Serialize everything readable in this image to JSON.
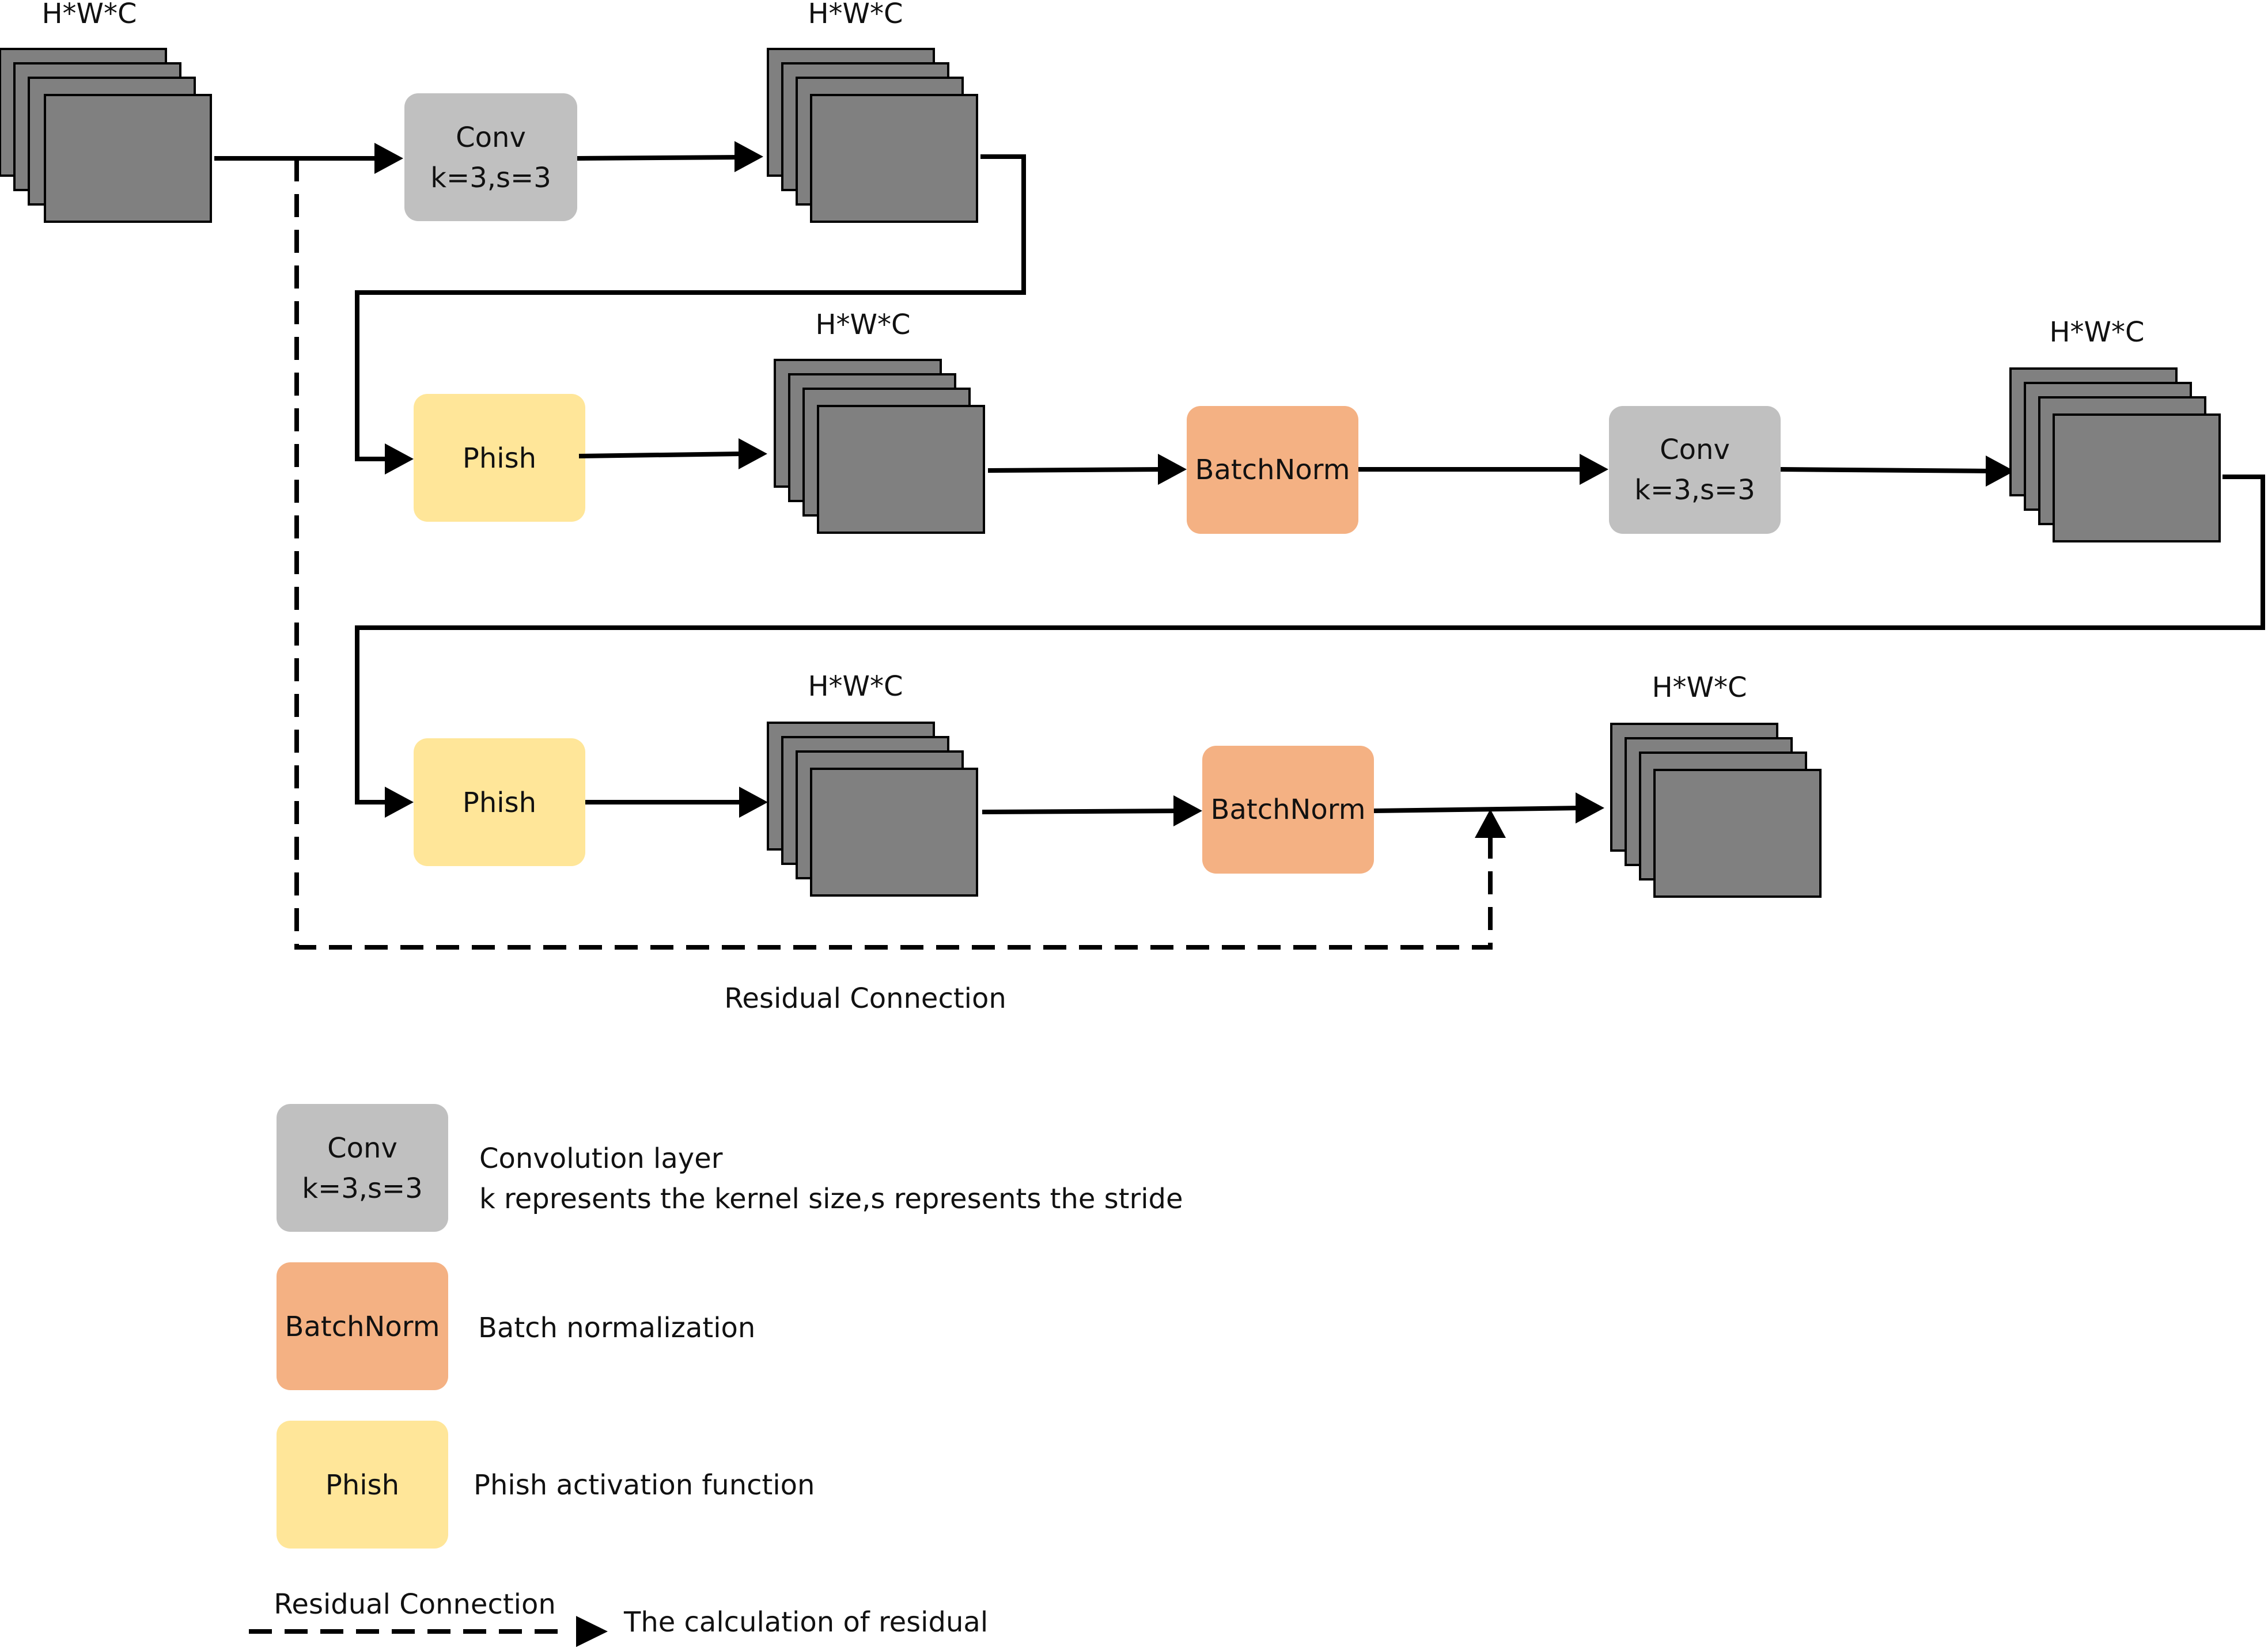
{
  "tensor_label": "H*W*C",
  "nodes": {
    "conv1": {
      "line1": "Conv",
      "line2": "k=3,s=3"
    },
    "phish1": {
      "label": "Phish"
    },
    "batchnorm1": {
      "label": "BatchNorm"
    },
    "conv2": {
      "line1": "Conv",
      "line2": "k=3,s=3"
    },
    "phish2": {
      "label": "Phish"
    },
    "batchnorm2": {
      "label": "BatchNorm"
    }
  },
  "residual_caption": "Residual Connection",
  "legend": {
    "conv": {
      "line1": "Conv",
      "line2": "k=3,s=3",
      "desc1": "Convolution layer",
      "desc2": "k represents the kernel size,s represents the stride"
    },
    "batchnorm": {
      "label": "BatchNorm",
      "desc": "Batch normalization"
    },
    "phish": {
      "label": "Phish",
      "desc": "Phish activation function"
    },
    "residual": {
      "label": "Residual Connection",
      "desc": "The calculation of residual"
    }
  },
  "colors": {
    "conv": "#c0c0c0",
    "batchnorm": "#f4b183",
    "phish": "#ffe699",
    "feature_map": "#808080",
    "line": "#000000"
  }
}
